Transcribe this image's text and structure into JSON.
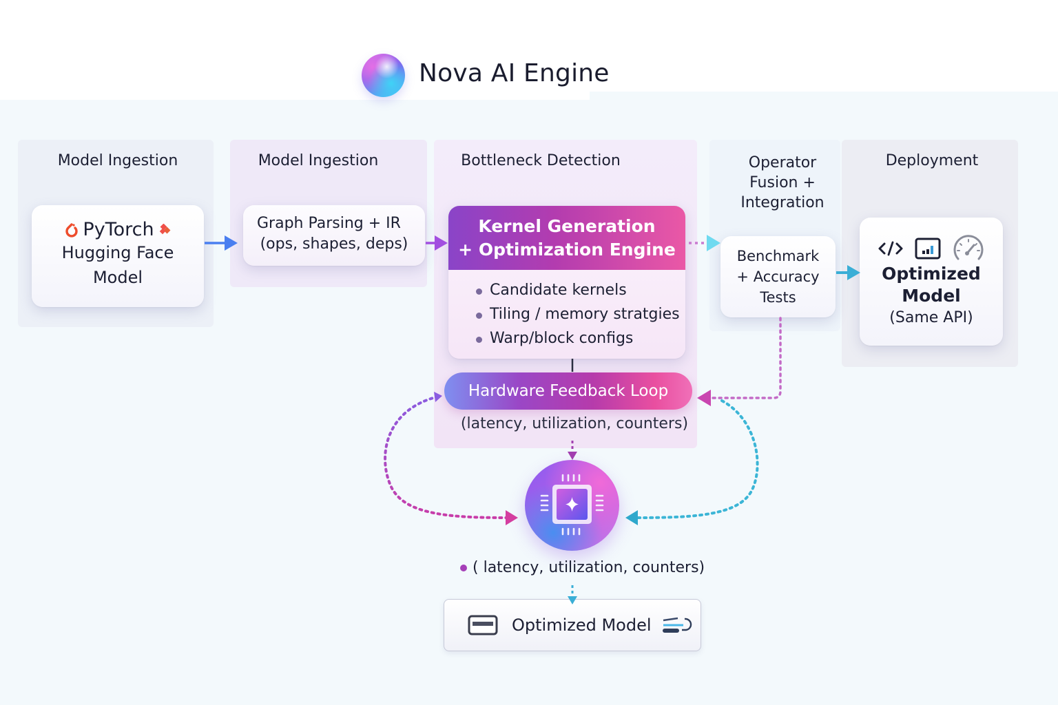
{
  "header": {
    "title": "Nova AI Engine",
    "logo_icon": "gradient-orb-logo"
  },
  "stages": [
    {
      "title": "Model Ingestion",
      "card": {
        "framework": "PyTorch",
        "framework_icon": "pytorch-flame-icon",
        "hub_icon": "hugging-face-icon",
        "lines": [
          "Hugging Face",
          "Model"
        ]
      }
    },
    {
      "title": "Model Ingestion",
      "card": {
        "lines": [
          "Graph Parsing + IR",
          "(ops, shapes, deps)"
        ]
      }
    },
    {
      "title": "Bottleneck Detection",
      "card": {
        "header_lines": [
          "Kernel Generation",
          "+ Optimization Engine"
        ],
        "bullets": [
          "Candidate kernels",
          "Tiling / memory stratgies",
          "Warp/block configs"
        ]
      },
      "feedback": {
        "label": "Hardware Feedback Loop",
        "sub": "(latency, utilization, counters)"
      }
    },
    {
      "title_lines": [
        "Operator",
        "Fusion +",
        "Integration"
      ],
      "card": {
        "lines": [
          "Benchmark",
          "+ Accuracy",
          "Tests"
        ]
      }
    },
    {
      "title": "Deployment",
      "card": {
        "icons": [
          "code-icon",
          "dashboard-chart-icon",
          "speedometer-icon"
        ],
        "lines_bold": [
          "Optimized",
          "Model"
        ],
        "line_sub": "(Same API)"
      }
    }
  ],
  "hardware": {
    "icon": "ai-chip-icon",
    "sub": "( latency, utilization, counters)"
  },
  "output": {
    "label": "Optimized Model",
    "left_icon": "model-card-icon",
    "right_icon": "deploy-loop-icon"
  },
  "colors": {
    "engine_gradient_start": "#8a44c8",
    "engine_gradient_end": "#ea58a6",
    "arrow_blue": "#4a7ff0",
    "arrow_purple": "#a24fe0",
    "arrow_cyan": "#3aaed6",
    "loop_magenta": "#c546b8",
    "loop_cyan": "#3bb5d6"
  }
}
